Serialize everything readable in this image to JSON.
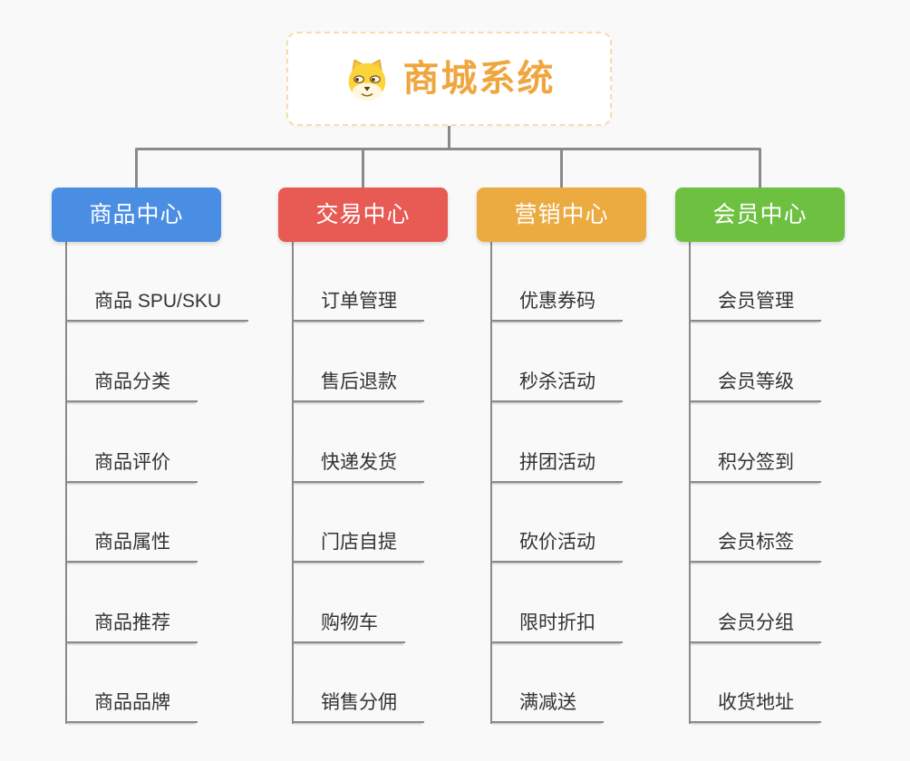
{
  "canvas": {
    "background": "#f9f9f9",
    "connector_color": "#8a8a8a"
  },
  "root": {
    "title": "商城系统",
    "icon": "dog-face-icon",
    "text_color": "#f0a63f",
    "border_color": "#f6ddab"
  },
  "branches": [
    {
      "label": "商品中心",
      "color": "#4a8ee4",
      "children": [
        "商品 SPU/SKU",
        "商品分类",
        "商品评价",
        "商品属性",
        "商品推荐",
        "商品品牌"
      ]
    },
    {
      "label": "交易中心",
      "color": "#e85a54",
      "children": [
        "订单管理",
        "售后退款",
        "快递发货",
        "门店自提",
        "购物车",
        "销售分佣"
      ]
    },
    {
      "label": "营销中心",
      "color": "#ebab40",
      "children": [
        "优惠券码",
        "秒杀活动",
        "拼团活动",
        "砍价活动",
        "限时折扣",
        "满减送"
      ]
    },
    {
      "label": "会员中心",
      "color": "#6ec041",
      "children": [
        "会员管理",
        "会员等级",
        "积分签到",
        "会员标签",
        "会员分组",
        "收货地址"
      ]
    }
  ]
}
